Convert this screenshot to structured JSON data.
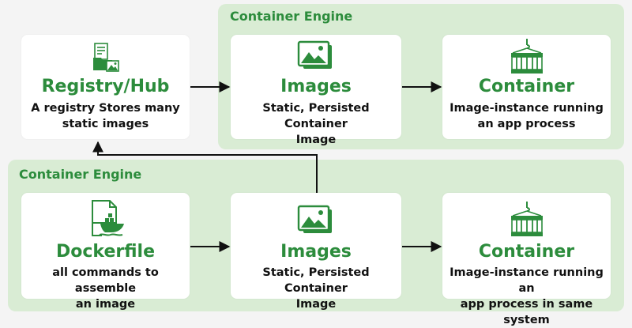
{
  "colors": {
    "accent": "#2c8c3c",
    "region_bg": "#d9ecd4",
    "card_bg": "#ffffff",
    "text": "#111111"
  },
  "top_engine": {
    "label": "Container Engine"
  },
  "bottom_engine": {
    "label": "Container Engine"
  },
  "registry": {
    "title": "Registry/Hub",
    "desc_lines": [
      "A registry Stores many",
      "static images"
    ],
    "icon": "registry-icon"
  },
  "top_images": {
    "title": "Images",
    "desc_lines": [
      "Static, Persisted Container",
      "Image"
    ],
    "icon": "images-icon"
  },
  "top_container": {
    "title": "Container",
    "desc_lines": [
      "Image-instance running",
      "an app process"
    ],
    "icon": "container-icon"
  },
  "dockerfile": {
    "title": "Dockerfile",
    "desc_lines": [
      "all commands to assemble",
      "an image"
    ],
    "icon": "dockerfile-icon"
  },
  "bottom_images": {
    "title": "Images",
    "desc_lines": [
      "Static, Persisted Container",
      "Image"
    ],
    "icon": "images-icon"
  },
  "bottom_container": {
    "title": "Container",
    "desc_lines": [
      "Image-instance running an",
      "app process in same system"
    ],
    "icon": "container-icon"
  }
}
